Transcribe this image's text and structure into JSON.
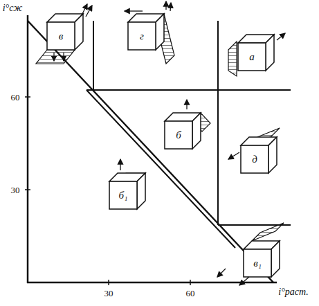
{
  "diagram": {
    "labels": [
      "i°сж",
      "60",
      "30",
      "30",
      "60",
      "i°раст.",
      "в",
      "г",
      "а",
      "б",
      "б₁",
      "д",
      "в₁"
    ]
  }
}
